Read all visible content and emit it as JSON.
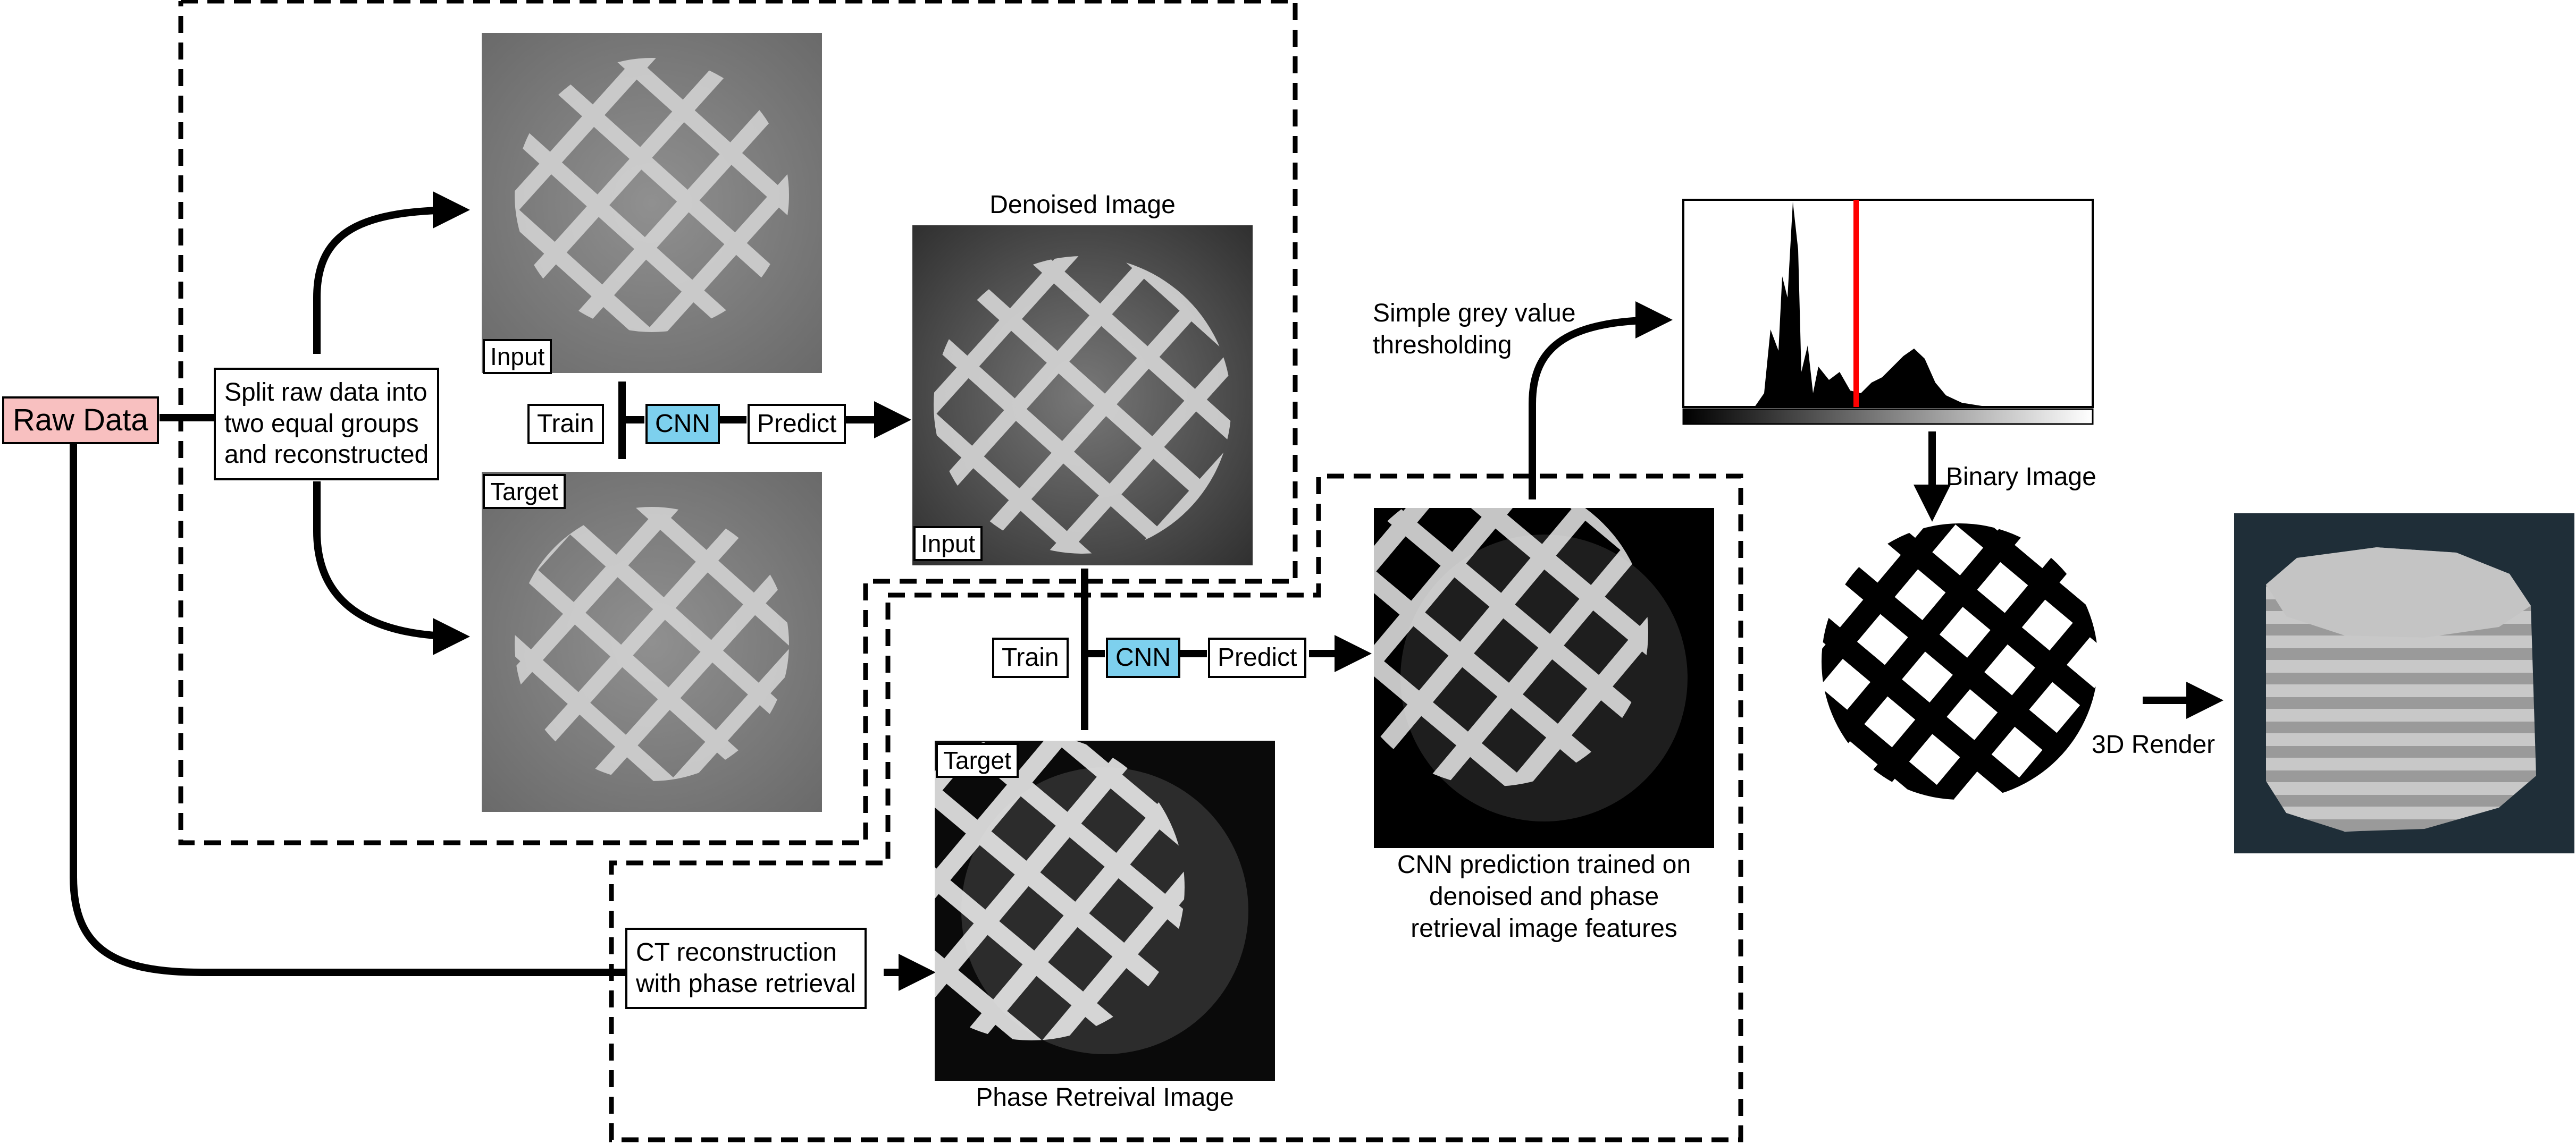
{
  "nodes": {
    "raw_data": "Raw Data",
    "split_step": "Split raw data into\ntwo equal groups\nand reconstructed",
    "train_1": "Train",
    "cnn_1": "CNN",
    "predict_1": "Predict",
    "train_2": "Train",
    "cnn_2": "CNN",
    "predict_2": "Predict",
    "ct_step": "CT reconstruction\nwith phase retrieval"
  },
  "image_labels": {
    "input_top": "Input",
    "target_top": "Target",
    "denoised_input": "Input",
    "phase_target": "Target"
  },
  "captions": {
    "denoised_image": "Denoised Image",
    "phase_retrieval_image": "Phase Retreival Image",
    "cnn_prediction": "CNN prediction trained on\ndenoised and phase\nretrieval image features",
    "thresholding": "Simple grey value\nthresholding",
    "binary_image": "Binary Image",
    "render_3d": "3D Render"
  },
  "threshold_color": "#ff0000",
  "cnn_color": "#7dd0ee",
  "raw_data_color": "#f8c0c0"
}
